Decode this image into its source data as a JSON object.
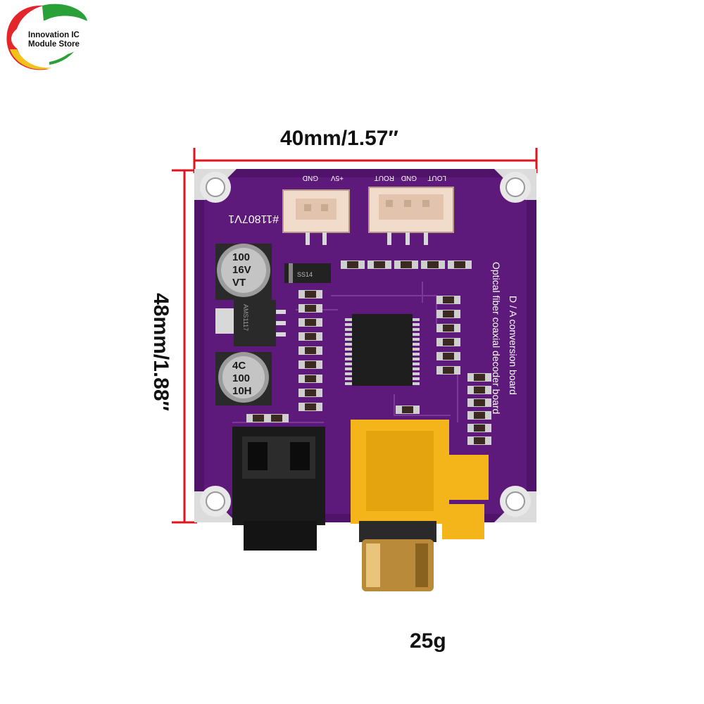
{
  "brand": {
    "name_line1": "Innovation IC",
    "name_line2": "Module Store"
  },
  "dimensions": {
    "width": "40mm/1.57″",
    "height": "48mm/1.88″",
    "weight": "25g"
  },
  "board": {
    "part_number": "#11807V1",
    "header_left_labels": [
      "GND",
      "+5V"
    ],
    "header_right_labels": [
      "ROUT",
      "GND",
      "LOUT"
    ],
    "caption_line1": "Optical fiber coaxial decoder board",
    "caption_line2": "D / A conversion board",
    "cap1_text": [
      "100",
      "16V",
      "VT"
    ],
    "cap2_text": [
      "4C",
      "100",
      "10H"
    ],
    "diode_text": "SS14",
    "regulator_text": "AMS1117"
  },
  "colors": {
    "pcb": "#5d1a7a",
    "dimension_line": "#e0141c",
    "rca": "#f3b51a",
    "optical": "#1a1a1a"
  }
}
